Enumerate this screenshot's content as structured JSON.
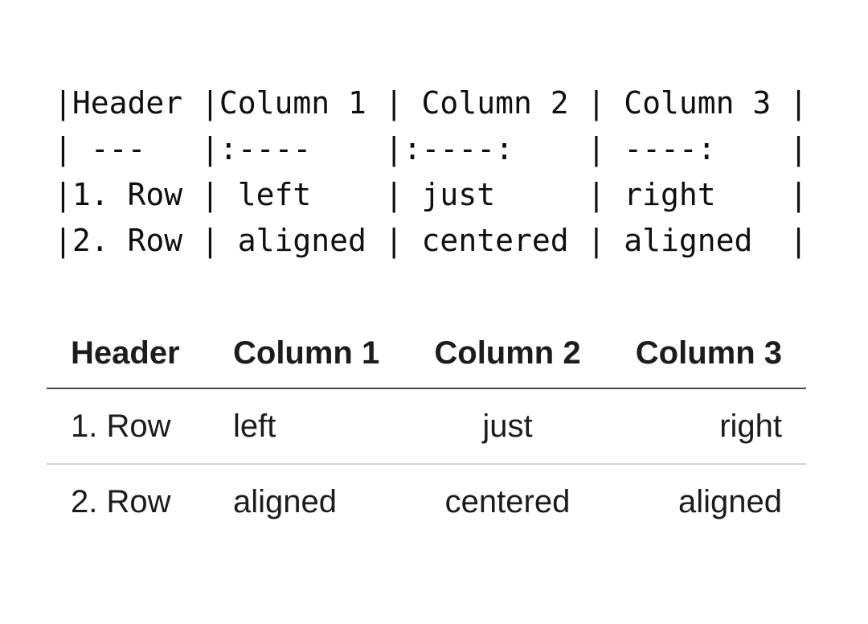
{
  "page": {
    "background": "#ffffff"
  },
  "code_block": {
    "language": "markdown",
    "lines": [
      "|Header |Column 1 | Column 2 | Column 3 |",
      "| ---   |:----    |:----:    | ----:    |",
      "|1. Row | left    | just     | right    |",
      "|2. Row | aligned | centered | aligned  |"
    ]
  },
  "rendered_table": {
    "columns": [
      {
        "label": "Header",
        "align": "left"
      },
      {
        "label": "Column 1",
        "align": "left"
      },
      {
        "label": "Column 2",
        "align": "center"
      },
      {
        "label": "Column 3",
        "align": "right"
      }
    ],
    "rows": [
      {
        "cells": [
          "1. Row",
          "left",
          "just",
          "right"
        ]
      },
      {
        "cells": [
          "2. Row",
          "aligned",
          "centered",
          "aligned"
        ]
      }
    ],
    "colors": {
      "header_rule": "#4a4a4a",
      "row_rule": "#d2d2d2",
      "text": "#1c1c1c"
    }
  }
}
